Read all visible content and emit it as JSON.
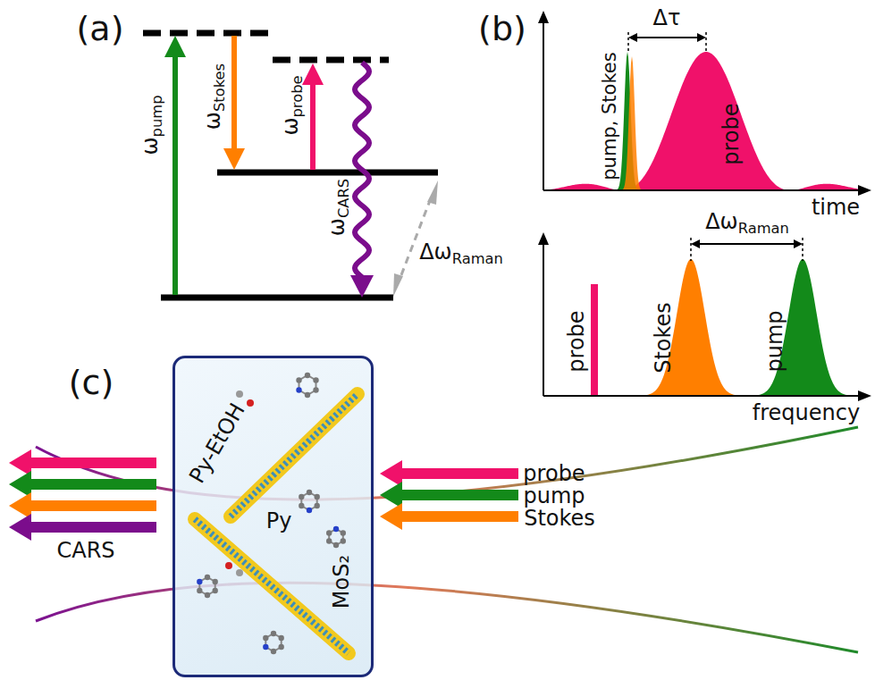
{
  "diagram": {
    "nodes": [
      {
        "text": [
          "Py-EtOH",
          "Py",
          "MoS₂"
        ]
      }
    ],
    "labels": [
      "(a)",
      "ωpump",
      "ωStokes",
      "ωprobe",
      "ωCARS",
      "ΔωRaman",
      "(b)",
      "Δτ",
      "pump, Stokes",
      "probe",
      "time",
      "ΔωRaman",
      "probe",
      "Stokes",
      "pump",
      "frequency",
      "(c)",
      "probe",
      "pump",
      "Stokes",
      "CARS"
    ]
  }
}
